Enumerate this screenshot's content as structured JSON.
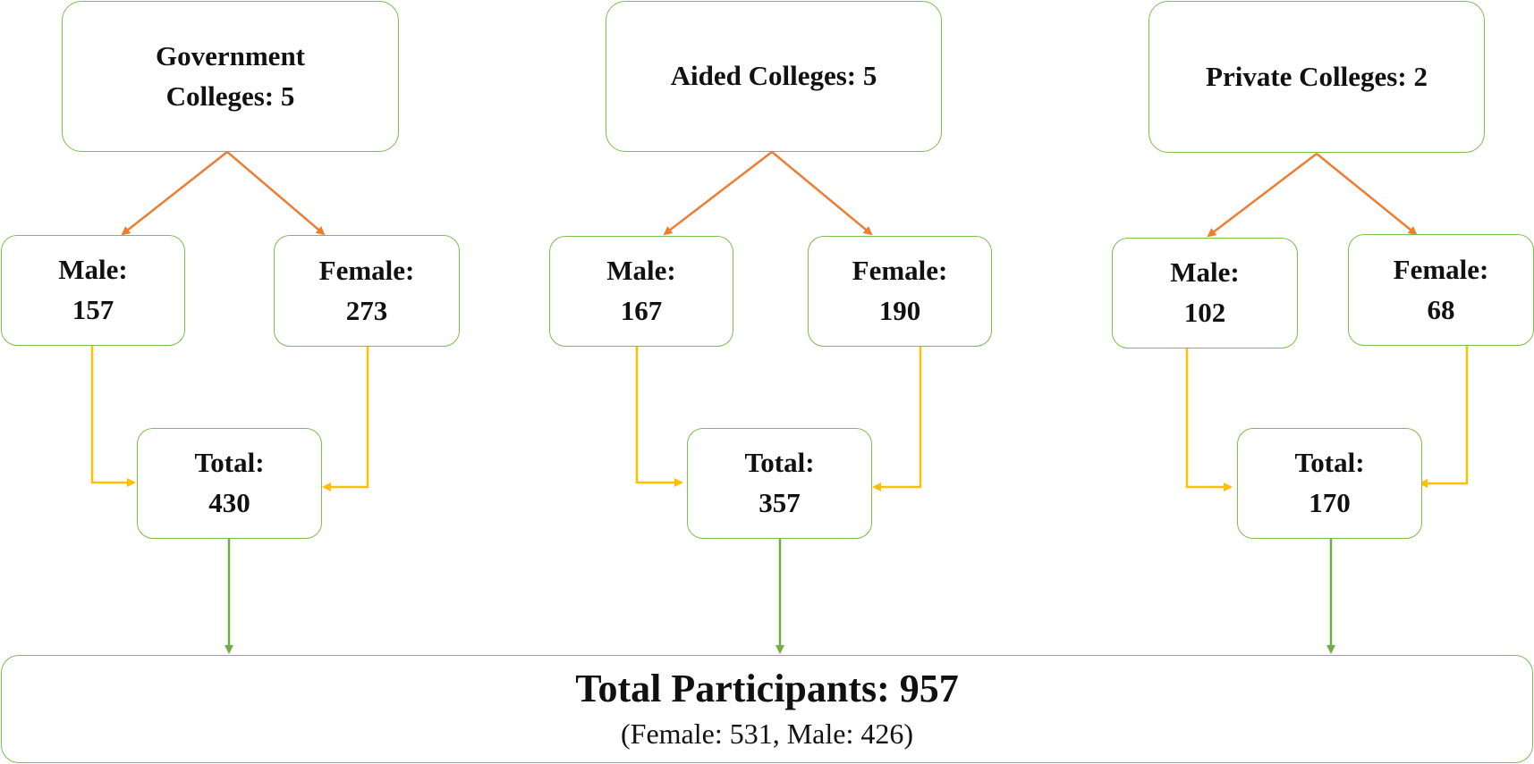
{
  "government": {
    "title_line1": "Government",
    "title_line2": "Colleges: 5",
    "male_label": "Male:",
    "male_value": "157",
    "female_label": "Female:",
    "female_value": "273",
    "total_label": "Total:",
    "total_value": "430"
  },
  "aided": {
    "title": "Aided Colleges: 5",
    "male_label": "Male:",
    "male_value": "167",
    "female_label": "Female:",
    "female_value": "190",
    "total_label": "Total:",
    "total_value": "357"
  },
  "private": {
    "title": "Private Colleges: 2",
    "male_label": "Male:",
    "male_value": "102",
    "female_label": "Female:",
    "female_value": "68",
    "total_label": "Total:",
    "total_value": "170"
  },
  "summary": {
    "title": "Total Participants: 957",
    "subtitle": "(Female: 531, Male: 426)"
  },
  "colors": {
    "box_border": "#7dbd4f",
    "split_arrow": "#ed7d31",
    "sum_arrow": "#ffc000",
    "total_arrow": "#70ad47"
  }
}
